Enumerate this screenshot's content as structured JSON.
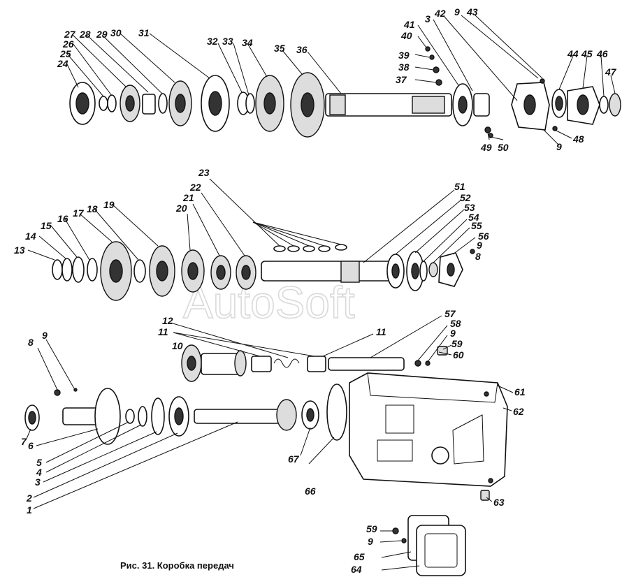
{
  "caption": "Рис. 31. Коробка передач",
  "watermark": "AutoSoft",
  "callouts": [
    "1",
    "2",
    "3",
    "4",
    "5",
    "6",
    "7",
    "8",
    "9",
    "10",
    "11",
    "12",
    "13",
    "14",
    "15",
    "16",
    "17",
    "18",
    "19",
    "20",
    "21",
    "22",
    "23",
    "24",
    "25",
    "26",
    "27",
    "28",
    "29",
    "30",
    "31",
    "32",
    "33",
    "34",
    "35",
    "36",
    "37",
    "38",
    "39",
    "40",
    "41",
    "42",
    "43",
    "44",
    "45",
    "46",
    "47",
    "48",
    "49",
    "50",
    "51",
    "52",
    "53",
    "54",
    "55",
    "56",
    "57",
    "58",
    "59",
    "60",
    "61",
    "62",
    "63",
    "64",
    "65",
    "66",
    "67"
  ]
}
